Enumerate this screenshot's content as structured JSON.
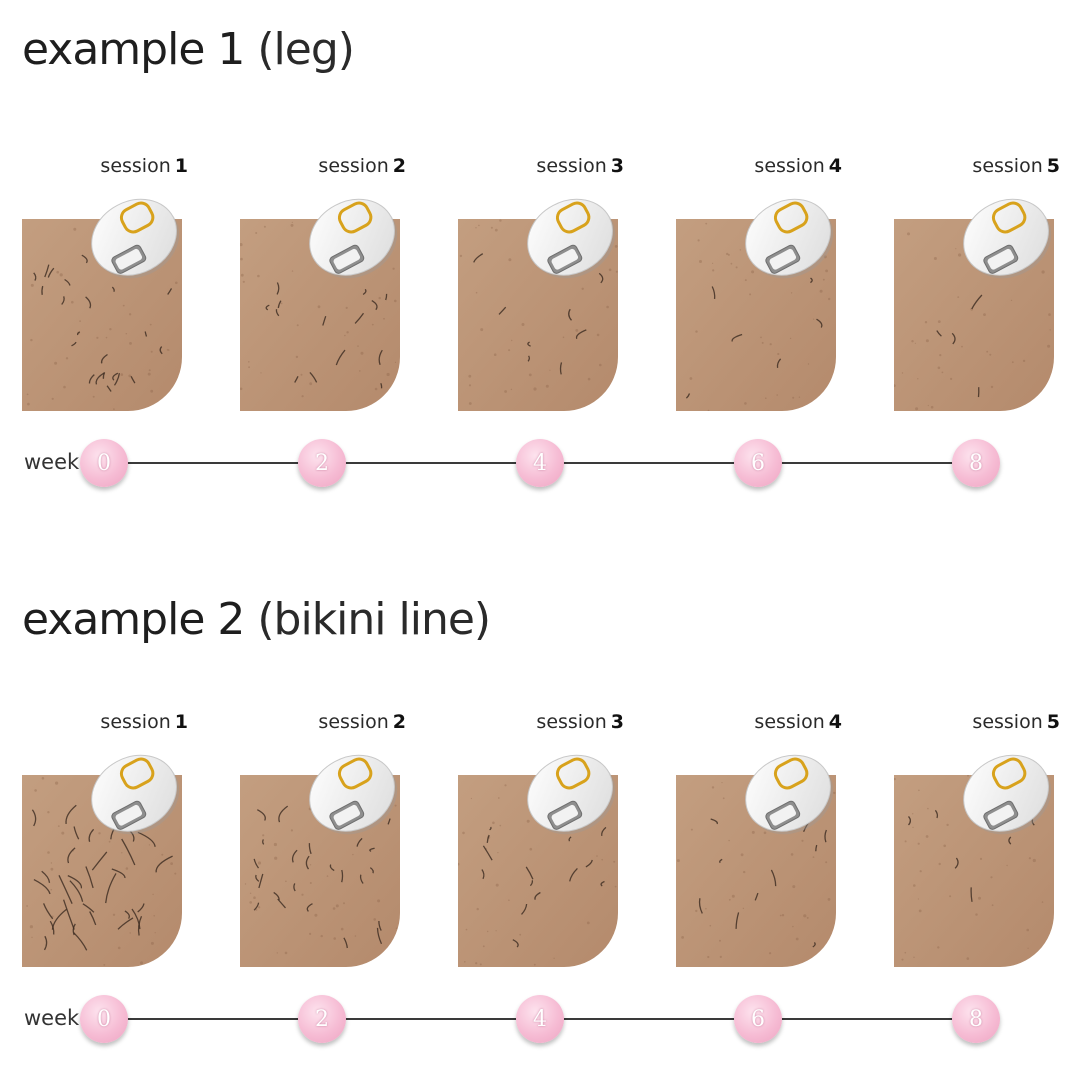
{
  "examples": [
    {
      "title": "example 1",
      "subtitle": "(leg)",
      "sessions": [
        {
          "word": "session",
          "num": "1"
        },
        {
          "word": "session",
          "num": "2"
        },
        {
          "word": "session",
          "num": "3"
        },
        {
          "word": "session",
          "num": "4"
        },
        {
          "word": "session",
          "num": "5"
        }
      ],
      "week_label": "week",
      "weeks": [
        "0",
        "2",
        "4",
        "6",
        "8"
      ]
    },
    {
      "title": "example 2",
      "subtitle": "(bikini line)",
      "sessions": [
        {
          "word": "session",
          "num": "1"
        },
        {
          "word": "session",
          "num": "2"
        },
        {
          "word": "session",
          "num": "3"
        },
        {
          "word": "session",
          "num": "4"
        },
        {
          "word": "session",
          "num": "5"
        }
      ],
      "week_label": "week",
      "weeks": [
        "0",
        "2",
        "4",
        "6",
        "8"
      ]
    }
  ],
  "colors": {
    "skin": "#b48a6c",
    "skin_light": "#c39e80",
    "hair": "#3b2a20",
    "node_pink": "#f4b6cf",
    "timeline_line": "#3a3a3a",
    "device_accent": "#d8a21c"
  },
  "icons": {
    "device": "ipl-device-icon"
  }
}
